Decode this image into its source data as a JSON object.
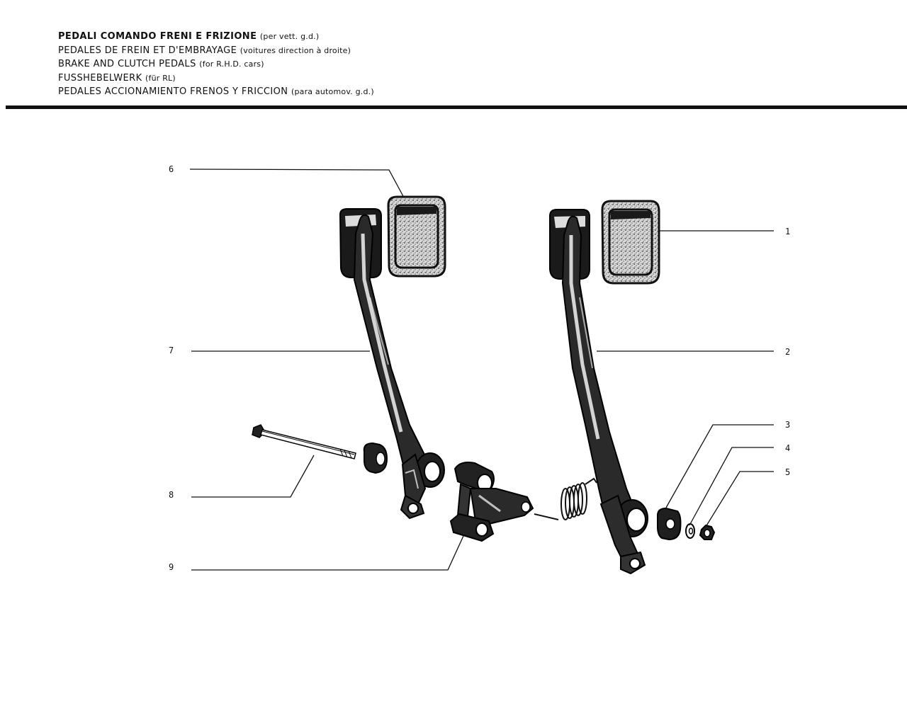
{
  "header": {
    "lines": [
      {
        "main": "PEDALI COMANDO FRENI E FRIZIONE",
        "sub": "(per vett. g.d.)",
        "bold": true
      },
      {
        "main": "PEDALES DE FREIN ET D'EMBRAYAGE",
        "sub": "(voitures direction à droite)",
        "bold": false
      },
      {
        "main": "BRAKE AND CLUTCH PEDALS",
        "sub": "(for R.H.D. cars)",
        "bold": false
      },
      {
        "main": "FUSSHEBELWERK",
        "sub": "(für RL)",
        "bold": false
      },
      {
        "main": "PEDALES ACCIONAMIENTO FRENOS Y FRICCION",
        "sub": "(para automov. g.d.)",
        "bold": false
      }
    ]
  },
  "callouts": {
    "c1": "1",
    "c2": "2",
    "c3": "3",
    "c4": "4",
    "c5": "5",
    "c6": "6",
    "c7": "7",
    "c8": "8",
    "c9": "9"
  },
  "parts": [
    "rubber-pad",
    "brake-pedal-arm",
    "bushing",
    "washer",
    "nut",
    "rubber-pad",
    "clutch-pedal-arm",
    "pivot-bolt",
    "pedal-bracket",
    "return-spring",
    "spacer"
  ]
}
